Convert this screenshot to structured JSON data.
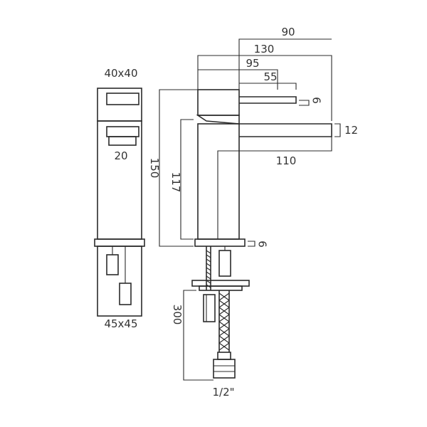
{
  "drawing": {
    "line_color": "#2b2b2b",
    "background": "#ffffff",
    "dimensions": {
      "top_90": "90",
      "top_130": "130",
      "top_95": "95",
      "top_55": "55",
      "handle_6": "6",
      "spout_12": "12",
      "spout_110": "110",
      "height_150": "150",
      "height_117": "117",
      "base_6": "6",
      "hose_300": "300",
      "thread_half": "1/2\"",
      "side_top_40x40": "40x40",
      "side_20": "20",
      "side_base_45x45": "45x45"
    }
  }
}
